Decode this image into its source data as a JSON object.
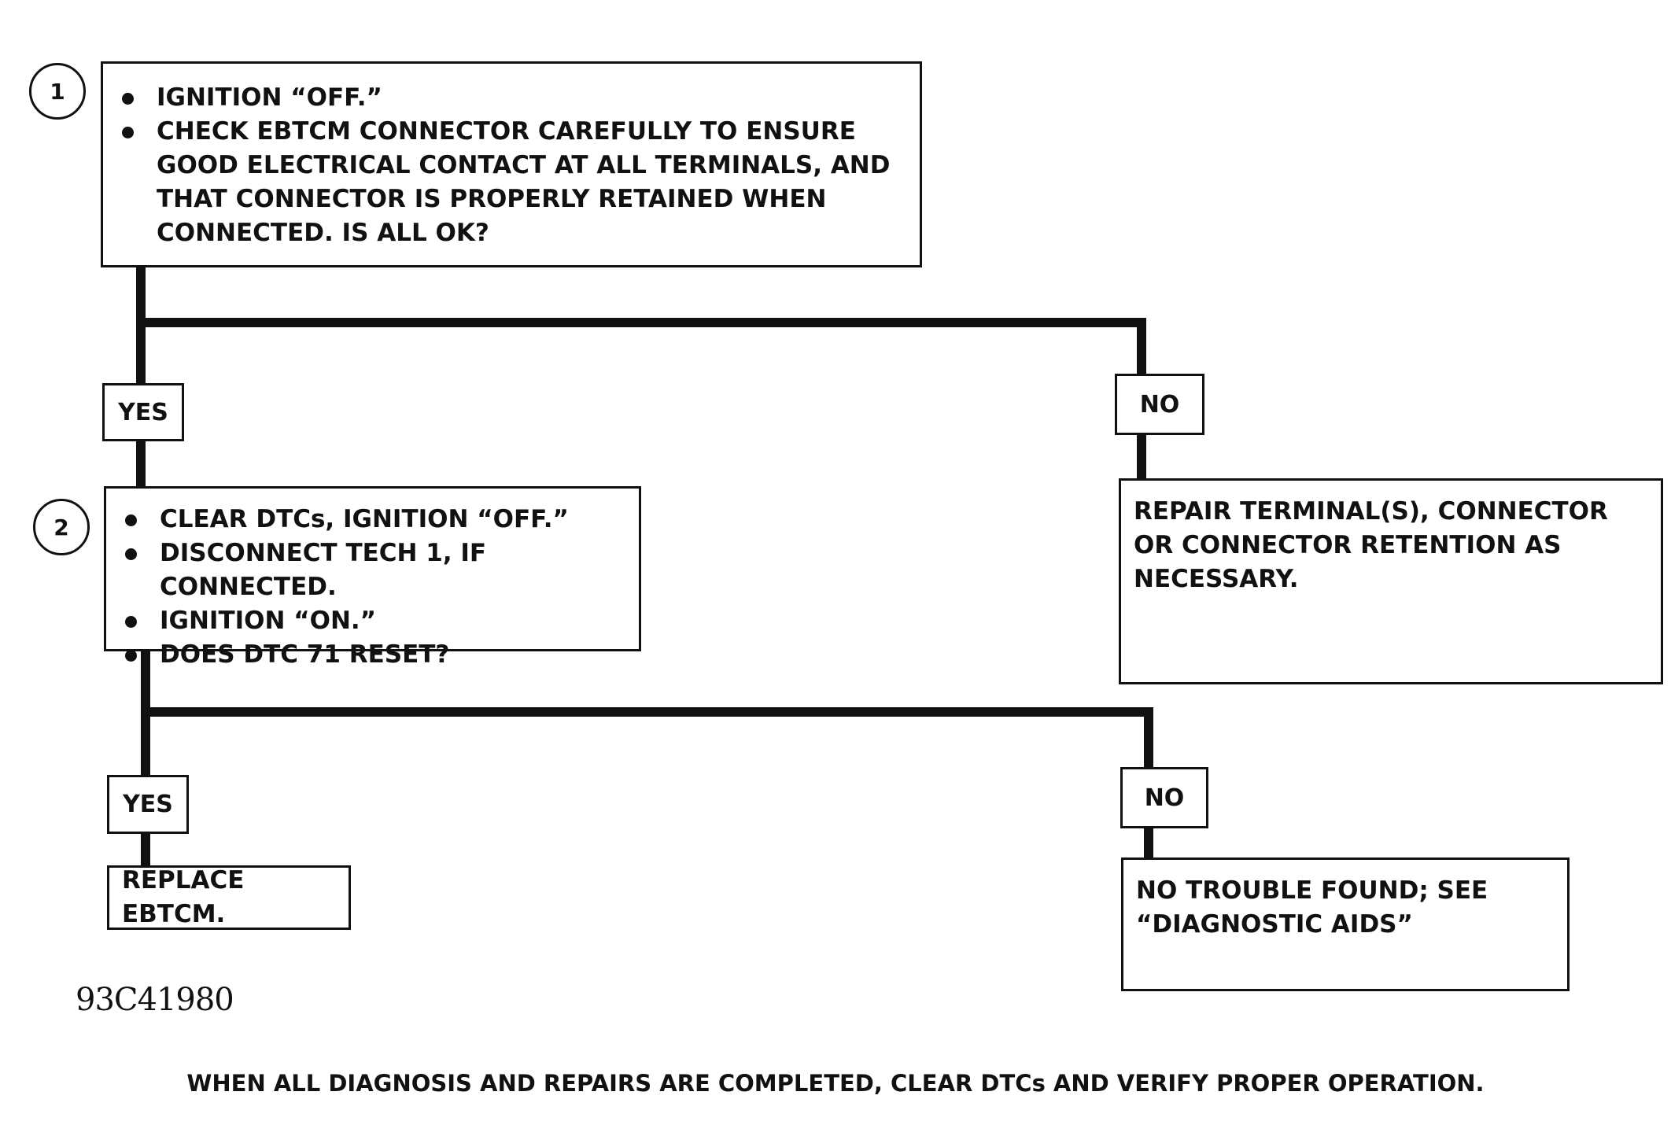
{
  "steps": [
    {
      "number": "1",
      "bullets": [
        "IGNITION “OFF.”",
        "CHECK EBTCM CONNECTOR CAREFULLY TO ENSURE GOOD ELECTRICAL CONTACT AT ALL TERMINALS, AND THAT CONNECTOR IS PROPERLY RETAINED WHEN CONNECTED. IS ALL OK?"
      ],
      "yes_label": "YES",
      "no_label": "NO",
      "no_result": "REPAIR TERMINAL(S), CONNECTOR OR CONNECTOR RETENTION AS NECESSARY."
    },
    {
      "number": "2",
      "bullets": [
        "CLEAR DTCs, IGNITION “OFF.”",
        "DISCONNECT TECH 1, IF CONNECTED.",
        "IGNITION “ON.”",
        "DOES DTC 71 RESET?"
      ],
      "yes_label": "YES",
      "yes_result": "REPLACE EBTCM.",
      "no_label": "NO",
      "no_result": "NO TROUBLE FOUND; SEE “DIAGNOSTIC AIDS”"
    }
  ],
  "figure_id": "93C41980",
  "footer": "WHEN ALL DIAGNOSIS AND REPAIRS ARE COMPLETED, CLEAR DTCs AND VERIFY PROPER OPERATION."
}
